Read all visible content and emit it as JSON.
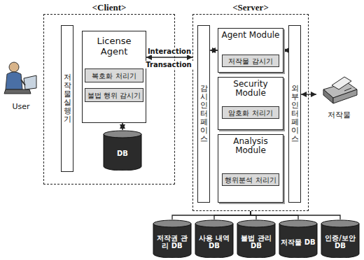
{
  "diagram": {
    "nodes": [
      {
        "text": [
          "User"
        ]
      },
      {
        "text": [
          "<Client>"
        ]
      },
      {
        "text": [
          "저작물 실행기"
        ],
        "in": 1
      },
      {
        "text": [
          "License Agent"
        ],
        "in": 1
      },
      {
        "text": [
          "복호화 처리기"
        ],
        "in": 3
      },
      {
        "text": [
          "불법 행위 감시기"
        ],
        "in": 3
      },
      {
        "text": [
          "DB"
        ],
        "in": 1
      },
      {
        "text": [
          "<Server>"
        ]
      },
      {
        "text": [
          "감시 인터페이스"
        ],
        "in": 7
      },
      {
        "text": [
          "Agent Module"
        ],
        "in": 7
      },
      {
        "text": [
          "저작물 감시기"
        ],
        "in": 9
      },
      {
        "text": [
          "Security Module"
        ],
        "in": 7
      },
      {
        "text": [
          "암호화 처리기"
        ],
        "in": 11
      },
      {
        "text": [
          "Analysis Module"
        ],
        "in": 7
      },
      {
        "text": [
          "행위분석 처리기"
        ],
        "in": 13
      },
      {
        "text": [
          "외부 인터페이스"
        ],
        "in": 7
      },
      {
        "text": [
          "저작물"
        ]
      },
      {
        "text": [
          "저작권 관리 DB"
        ]
      },
      {
        "text": [
          "사용 내역 DB"
        ]
      },
      {
        "text": [
          "불법 관리 DB"
        ]
      },
      {
        "text": [
          "저작물 DB"
        ]
      },
      {
        "text": [
          "인증/보안 DB"
        ]
      }
    ],
    "edges": [
      {
        "from": 3,
        "to": 7,
        "arrow": "both",
        "label": "Interaction"
      },
      {
        "from": 3,
        "to": 6,
        "arrow": "both"
      },
      {
        "from": 8,
        "to": 9,
        "arrow": "both"
      },
      {
        "from": 9,
        "to": 15,
        "arrow": "both"
      },
      {
        "from": 15,
        "to": 16,
        "arrow": "both"
      },
      {
        "from": 7,
        "to": 17,
        "arrow": "none"
      },
      {
        "from": 7,
        "to": 18,
        "arrow": "none"
      },
      {
        "from": 7,
        "to": 19,
        "arrow": "none"
      },
      {
        "from": 7,
        "to": 20,
        "arrow": "none"
      },
      {
        "from": 7,
        "to": 21,
        "arrow": "none"
      }
    ],
    "labels": [
      "Transaction"
    ]
  }
}
